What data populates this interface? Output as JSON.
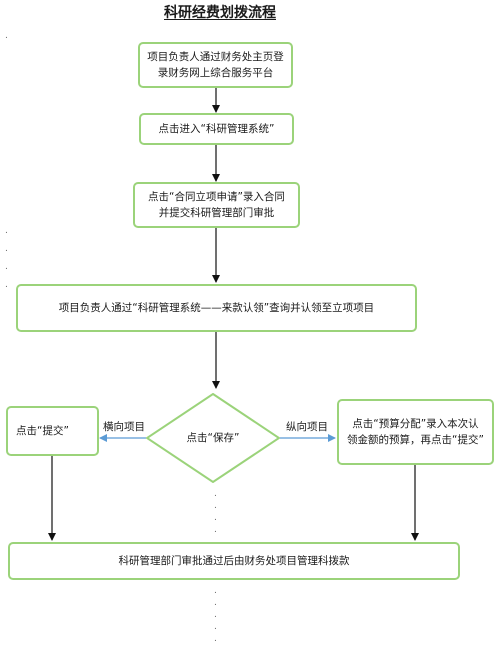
{
  "title": "科研经费划拨流程",
  "steps": {
    "login": {
      "lines": [
        "项目负责人通过财务处主页登",
        "录财务网上综合服务平台"
      ]
    },
    "enter_system": {
      "text": "点击进入“科研管理系统”"
    },
    "contract": {
      "lines": [
        "点击“合同立项申请”录入合同",
        "并提交科研管理部门审批"
      ]
    },
    "claim": {
      "text": "项目负责人通过“科研管理系统——来款认领”查询并认领至立项项目"
    },
    "save": {
      "text": "点击“保存”"
    },
    "submit_left": {
      "text": "点击“提交”"
    },
    "budget": {
      "lines": [
        "点击“预算分配”录入本次认",
        "领金额的预算，再点击“提交”"
      ]
    },
    "final": {
      "text": "科研管理部门审批通过后由财务处项目管理科拨款"
    }
  },
  "edges": {
    "horizontal_label": "横向项目",
    "vertical_label": "纵向项目"
  },
  "colors": {
    "box_border": "#9bd37a",
    "arrow": "#111111",
    "side_arrow": "#5b9bd5"
  }
}
